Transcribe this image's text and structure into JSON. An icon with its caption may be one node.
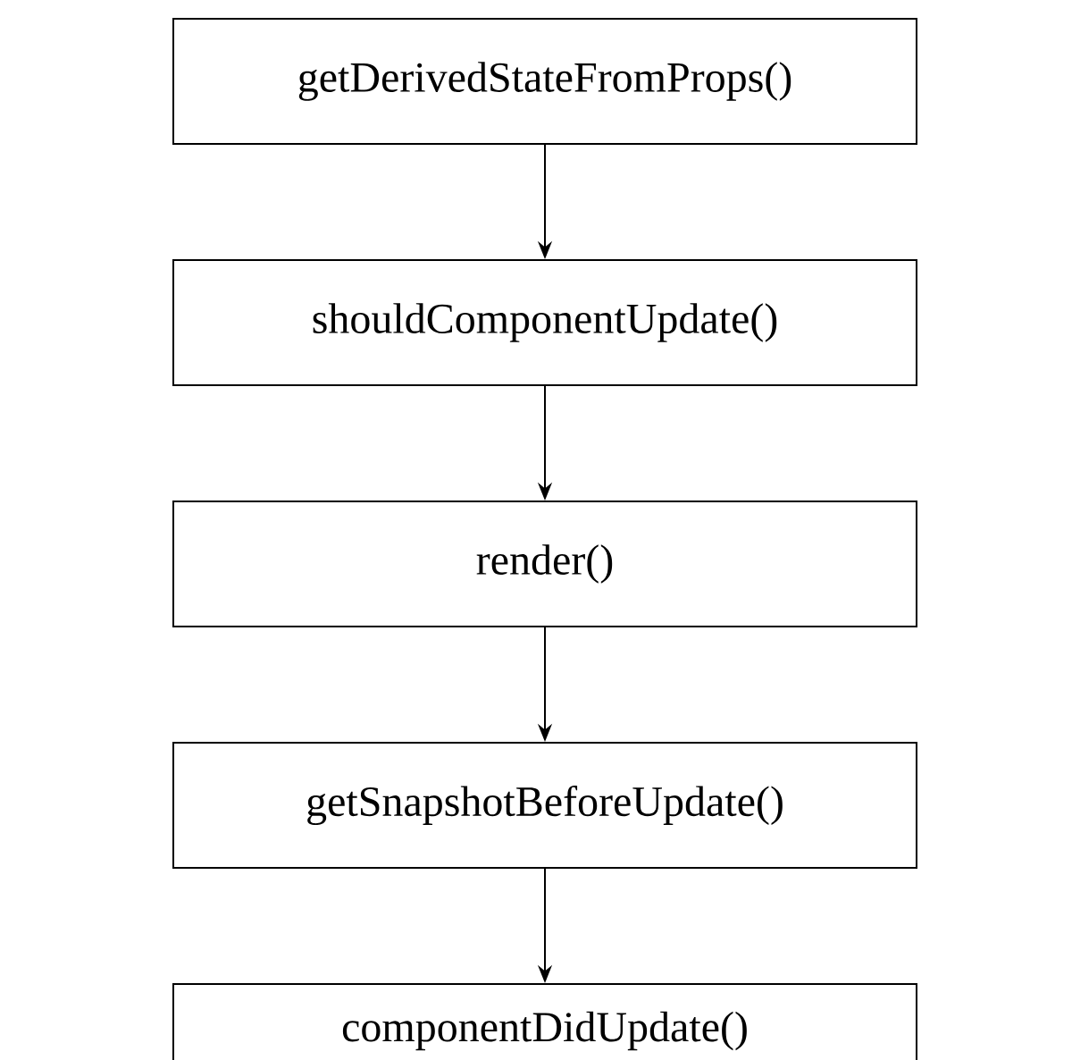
{
  "diagram": {
    "nodes": [
      {
        "text": [
          "getDerivedStateFromProps()"
        ]
      },
      {
        "text": [
          "shouldComponentUpdate()"
        ]
      },
      {
        "text": [
          "render()"
        ]
      },
      {
        "text": [
          "getSnapshotBeforeUpdate()"
        ]
      },
      {
        "text": [
          "componentDidUpdate()"
        ]
      }
    ],
    "edges": [
      {
        "from": 0,
        "to": 1,
        "arrow": "to"
      },
      {
        "from": 1,
        "to": 2,
        "arrow": "to"
      },
      {
        "from": 2,
        "to": 3,
        "arrow": "to"
      },
      {
        "from": 3,
        "to": 4,
        "arrow": "to"
      }
    ]
  }
}
